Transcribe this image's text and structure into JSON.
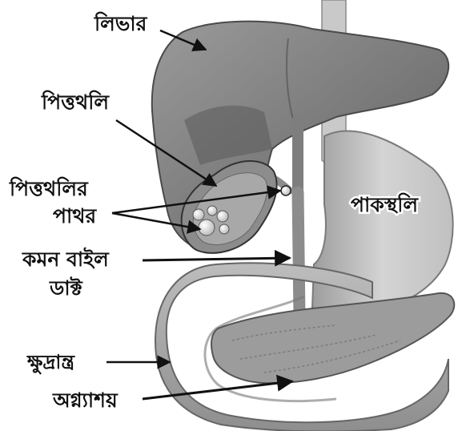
{
  "labels": {
    "liver": "লিভার",
    "gallbladder": "পিত্তথলি",
    "gallstones_line1": "পিত্তথলির",
    "gallstones_line2": "পাথর",
    "stomach": "পাকস্থলি",
    "common_bile_duct_line1": "কমন বাইল",
    "common_bile_duct_line2": "ডাক্ট",
    "small_intestine": "ক্ষুদ্রান্ত্র",
    "pancreas": "অগ্ন্যাশয়"
  }
}
